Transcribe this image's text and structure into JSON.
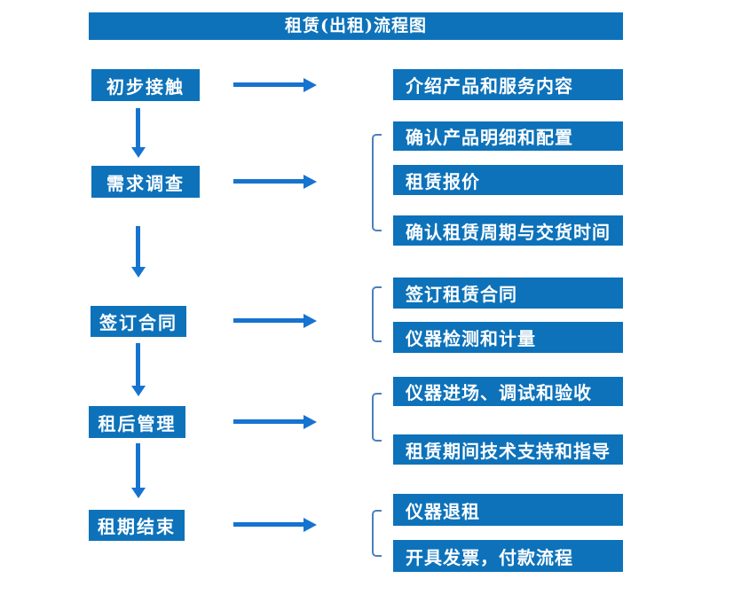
{
  "title": "租赁(出租)流程图",
  "colors": {
    "box_fill": "#0d72ba",
    "arrow": "#1673cf",
    "bracket": "#4d7fc0",
    "text": "#ffffff",
    "background": "#ffffff"
  },
  "flow": {
    "steps": [
      {
        "label": "初步接触",
        "details": [
          "介绍产品和服务内容"
        ]
      },
      {
        "label": "需求调查",
        "details": [
          "确认产品明细和配置",
          "租赁报价",
          "确认租赁周期与交货时间"
        ]
      },
      {
        "label": "签订合同",
        "details": [
          "签订租赁合同",
          "仪器检测和计量"
        ]
      },
      {
        "label": "租后管理",
        "details": [
          "仪器进场、调试和验收",
          "租赁期间技术支持和指导"
        ]
      },
      {
        "label": "租期结束",
        "details": [
          "仪器退租",
          "开具发票，付款流程"
        ]
      }
    ]
  }
}
